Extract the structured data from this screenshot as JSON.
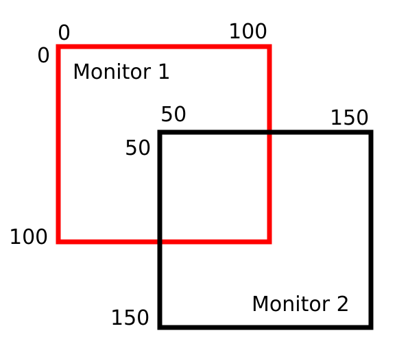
{
  "monitors": [
    {
      "name": "Monitor 1",
      "color": "#ff0000",
      "x_start": "0",
      "x_end": "100",
      "y_start": "0",
      "y_end": "100"
    },
    {
      "name": "Monitor 2",
      "color": "#000000",
      "x_start": "50",
      "x_end": "150",
      "y_start": "50",
      "y_end": "150"
    }
  ]
}
